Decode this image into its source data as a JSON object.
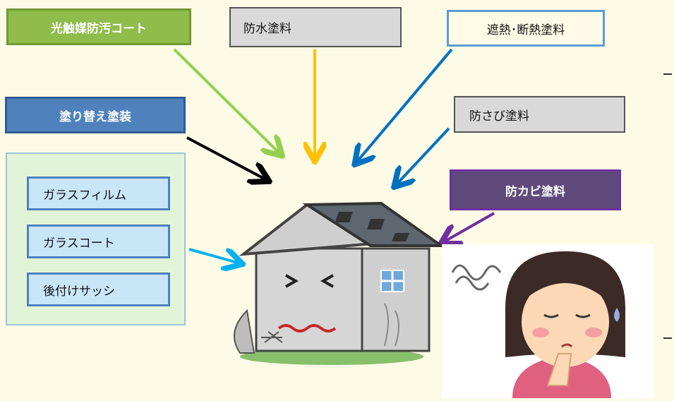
{
  "labels": {
    "photocatalyst": "光触媒防汚コート",
    "waterproof": "防水塗料",
    "heat": "遮熱･断熱塗料",
    "repaint": "塗り替え塗装",
    "rust": "防さび塗料",
    "mold": "防カビ塗料"
  },
  "glass": {
    "film": "ガラスフィルム",
    "coat": "ガラスコート",
    "sash": "後付けサッシ"
  },
  "colors": {
    "photocatalyst_arrow": "#92d050",
    "waterproof_arrow": "#ffc000",
    "heat_arrow": "#0070c0",
    "repaint_arrow": "#000000",
    "rust_arrow": "#0070c0",
    "mold_arrow": "#7030a0",
    "glass_arrow": "#00b0f0"
  },
  "icons": [
    "sad-house-illustration",
    "worried-woman-illustration"
  ]
}
